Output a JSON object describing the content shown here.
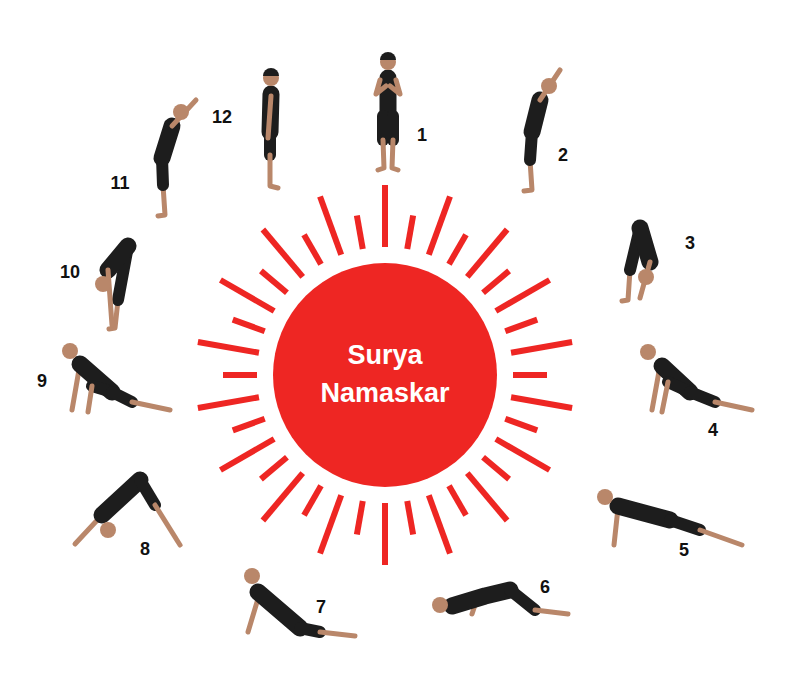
{
  "diagram": {
    "nodes": [
      {
        "text": [
          "Surya Namaskar"
        ]
      }
    ],
    "labels": [
      "1",
      "2",
      "3",
      "4",
      "5",
      "6",
      "7",
      "8",
      "9",
      "10",
      "11",
      "12"
    ]
  }
}
